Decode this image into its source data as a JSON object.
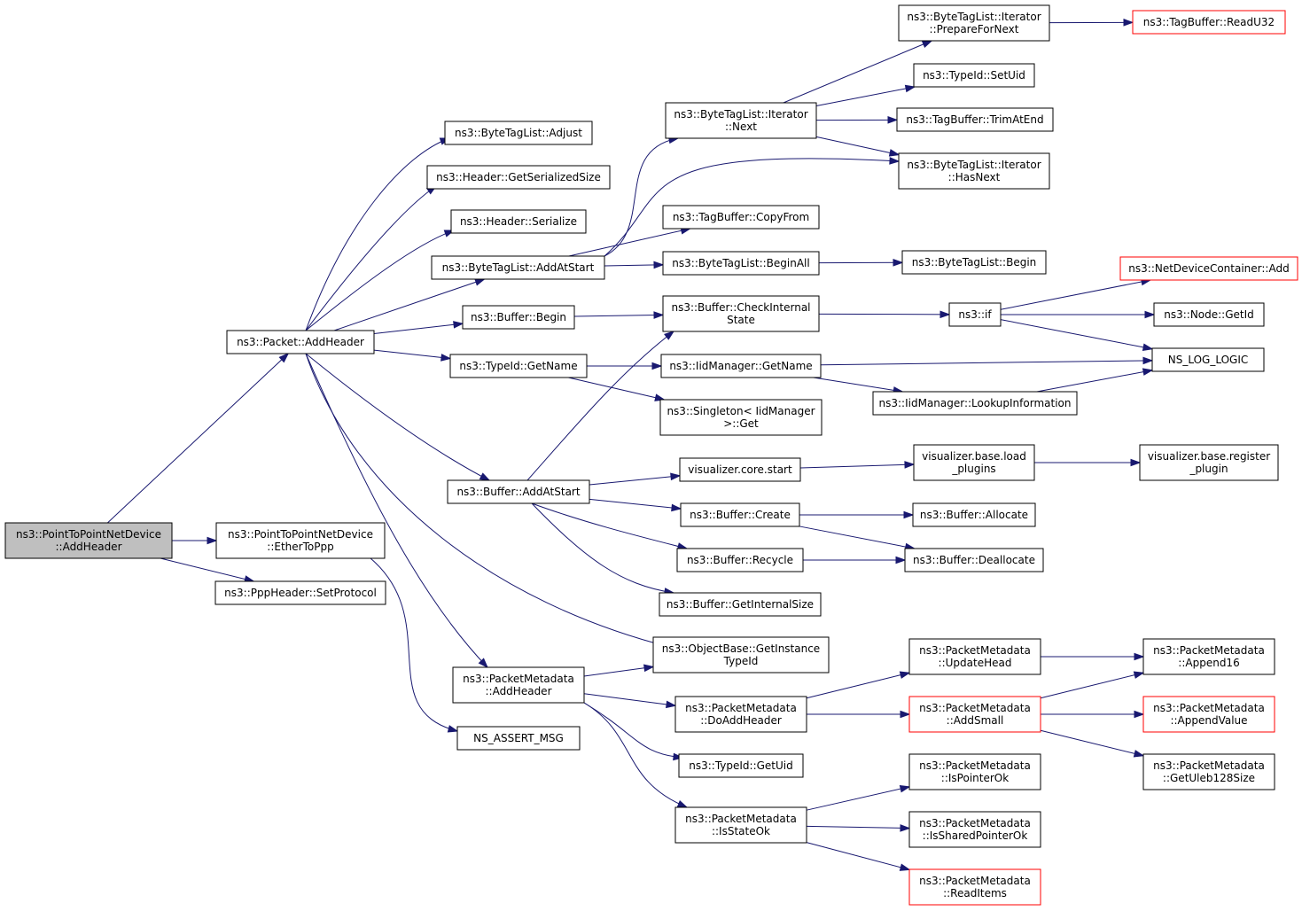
{
  "colors": {
    "edge": "#191970",
    "node_border": "#000000",
    "node_fill": "#ffffff",
    "root_fill": "#bfbfbf",
    "truncated_border": "#ff0000"
  },
  "nodes": {
    "root": {
      "lines": [
        "ns3::PointToPointNetDevice",
        "::AddHeader"
      ],
      "variant": "root"
    },
    "packet_addheader": {
      "lines": [
        "ns3::Packet::AddHeader"
      ],
      "variant": "normal"
    },
    "ethertoppp": {
      "lines": [
        "ns3::PointToPointNetDevice",
        "::EtherToPpp"
      ],
      "variant": "normal"
    },
    "ppp_setprotocol": {
      "lines": [
        "ns3::PppHeader::SetProtocol"
      ],
      "variant": "normal"
    },
    "btl_adjust": {
      "lines": [
        "ns3::ByteTagList::Adjust"
      ],
      "variant": "normal"
    },
    "hdr_getsersize": {
      "lines": [
        "ns3::Header::GetSerializedSize"
      ],
      "variant": "normal"
    },
    "hdr_serialize": {
      "lines": [
        "ns3::Header::Serialize"
      ],
      "variant": "normal"
    },
    "btl_addatstart": {
      "lines": [
        "ns3::ByteTagList::AddAtStart"
      ],
      "variant": "normal"
    },
    "buf_begin": {
      "lines": [
        "ns3::Buffer::Begin"
      ],
      "variant": "normal"
    },
    "typeid_getname": {
      "lines": [
        "ns3::TypeId::GetName"
      ],
      "variant": "normal"
    },
    "buf_addatstart": {
      "lines": [
        "ns3::Buffer::AddAtStart"
      ],
      "variant": "normal"
    },
    "pm_addheader": {
      "lines": [
        "ns3::PacketMetadata",
        "::AddHeader"
      ],
      "variant": "normal"
    },
    "ns_assert_msg": {
      "lines": [
        "NS_ASSERT_MSG"
      ],
      "variant": "normal"
    },
    "btl_iter_next": {
      "lines": [
        "ns3::ByteTagList::Iterator",
        "::Next"
      ],
      "variant": "normal"
    },
    "tb_copyfrom": {
      "lines": [
        "ns3::TagBuffer::CopyFrom"
      ],
      "variant": "normal"
    },
    "btl_beginall": {
      "lines": [
        "ns3::ByteTagList::BeginAll"
      ],
      "variant": "normal"
    },
    "buf_checkinternal": {
      "lines": [
        "ns3::Buffer::CheckInternal",
        "State"
      ],
      "variant": "normal"
    },
    "iid_getname": {
      "lines": [
        "ns3::IidManager::GetName"
      ],
      "variant": "normal"
    },
    "singleton_get": {
      "lines": [
        "ns3::Singleton< IidManager",
        ">::Get"
      ],
      "variant": "normal"
    },
    "vis_core_start": {
      "lines": [
        "visualizer.core.start"
      ],
      "variant": "normal"
    },
    "buf_create": {
      "lines": [
        "ns3::Buffer::Create"
      ],
      "variant": "normal"
    },
    "buf_recycle": {
      "lines": [
        "ns3::Buffer::Recycle"
      ],
      "variant": "normal"
    },
    "buf_getinternalsize": {
      "lines": [
        "ns3::Buffer::GetInternalSize"
      ],
      "variant": "normal"
    },
    "ob_getinstancetypeid": {
      "lines": [
        "ns3::ObjectBase::GetInstance",
        "TypeId"
      ],
      "variant": "normal"
    },
    "pm_doaddheader": {
      "lines": [
        "ns3::PacketMetadata",
        "::DoAddHeader"
      ],
      "variant": "normal"
    },
    "typeid_getuid": {
      "lines": [
        "ns3::TypeId::GetUid"
      ],
      "variant": "normal"
    },
    "pm_isstateok": {
      "lines": [
        "ns3::PacketMetadata",
        "::IsStateOk"
      ],
      "variant": "normal"
    },
    "btl_iter_prepare": {
      "lines": [
        "ns3::ByteTagList::Iterator",
        "::PrepareForNext"
      ],
      "variant": "normal"
    },
    "typeid_setuid": {
      "lines": [
        "ns3::TypeId::SetUid"
      ],
      "variant": "normal"
    },
    "tb_trimatend": {
      "lines": [
        "ns3::TagBuffer::TrimAtEnd"
      ],
      "variant": "normal"
    },
    "btl_iter_hasnext": {
      "lines": [
        "ns3::ByteTagList::Iterator",
        "::HasNext"
      ],
      "variant": "normal"
    },
    "btl_begin": {
      "lines": [
        "ns3::ByteTagList::Begin"
      ],
      "variant": "normal"
    },
    "ns3_if": {
      "lines": [
        "ns3::if"
      ],
      "variant": "normal"
    },
    "iid_lookupinfo": {
      "lines": [
        "ns3::IidManager::LookupInformation"
      ],
      "variant": "normal"
    },
    "vis_base_loadplugins": {
      "lines": [
        "visualizer.base.load",
        "_plugins"
      ],
      "variant": "normal"
    },
    "buf_allocate": {
      "lines": [
        "ns3::Buffer::Allocate"
      ],
      "variant": "normal"
    },
    "buf_deallocate": {
      "lines": [
        "ns3::Buffer::Deallocate"
      ],
      "variant": "normal"
    },
    "pm_updatehead": {
      "lines": [
        "ns3::PacketMetadata",
        "::UpdateHead"
      ],
      "variant": "normal"
    },
    "pm_addsmall": {
      "lines": [
        "ns3::PacketMetadata",
        "::AddSmall"
      ],
      "variant": "truncated"
    },
    "pm_ispointerok": {
      "lines": [
        "ns3::PacketMetadata",
        "::IsPointerOk"
      ],
      "variant": "normal"
    },
    "pm_issharedpointerok": {
      "lines": [
        "ns3::PacketMetadata",
        "::IsSharedPointerOk"
      ],
      "variant": "normal"
    },
    "pm_readitems": {
      "lines": [
        "ns3::PacketMetadata",
        "::ReadItems"
      ],
      "variant": "truncated"
    },
    "tb_readu32": {
      "lines": [
        "ns3::TagBuffer::ReadU32"
      ],
      "variant": "truncated"
    },
    "ndc_add": {
      "lines": [
        "ns3::NetDeviceContainer::Add"
      ],
      "variant": "truncated"
    },
    "node_getid": {
      "lines": [
        "ns3::Node::GetId"
      ],
      "variant": "normal"
    },
    "ns_log_logic": {
      "lines": [
        "NS_LOG_LOGIC"
      ],
      "variant": "normal"
    },
    "vis_base_registerplugin": {
      "lines": [
        "visualizer.base.register",
        "_plugin"
      ],
      "variant": "normal"
    },
    "pm_append16": {
      "lines": [
        "ns3::PacketMetadata",
        "::Append16"
      ],
      "variant": "normal"
    },
    "pm_appendvalue": {
      "lines": [
        "ns3::PacketMetadata",
        "::AppendValue"
      ],
      "variant": "truncated"
    },
    "pm_getuleb128size": {
      "lines": [
        "ns3::PacketMetadata",
        "::GetUleb128Size"
      ],
      "variant": "normal"
    }
  },
  "edges": [
    [
      "root",
      "packet_addheader"
    ],
    [
      "root",
      "ethertoppp"
    ],
    [
      "root",
      "ppp_setprotocol"
    ],
    [
      "ethertoppp",
      "ns_assert_msg"
    ],
    [
      "packet_addheader",
      "btl_adjust"
    ],
    [
      "packet_addheader",
      "hdr_getsersize"
    ],
    [
      "packet_addheader",
      "hdr_serialize"
    ],
    [
      "packet_addheader",
      "btl_addatstart"
    ],
    [
      "packet_addheader",
      "buf_begin"
    ],
    [
      "packet_addheader",
      "typeid_getname"
    ],
    [
      "packet_addheader",
      "buf_addatstart"
    ],
    [
      "packet_addheader",
      "pm_addheader"
    ],
    [
      "packet_addheader",
      "ob_getinstancetypeid"
    ],
    [
      "btl_addatstart",
      "btl_iter_next"
    ],
    [
      "btl_addatstart",
      "tb_copyfrom"
    ],
    [
      "btl_addatstart",
      "btl_beginall"
    ],
    [
      "btl_addatstart",
      "btl_iter_hasnext"
    ],
    [
      "btl_iter_next",
      "btl_iter_prepare"
    ],
    [
      "btl_iter_next",
      "typeid_setuid"
    ],
    [
      "btl_iter_next",
      "tb_trimatend"
    ],
    [
      "btl_iter_next",
      "btl_iter_hasnext"
    ],
    [
      "btl_iter_prepare",
      "tb_readu32"
    ],
    [
      "btl_beginall",
      "btl_begin"
    ],
    [
      "buf_begin",
      "buf_checkinternal"
    ],
    [
      "buf_checkinternal",
      "ns3_if"
    ],
    [
      "ns3_if",
      "ndc_add"
    ],
    [
      "ns3_if",
      "node_getid"
    ],
    [
      "ns3_if",
      "ns_log_logic"
    ],
    [
      "typeid_getname",
      "iid_getname"
    ],
    [
      "typeid_getname",
      "singleton_get"
    ],
    [
      "iid_getname",
      "ns_log_logic"
    ],
    [
      "iid_getname",
      "iid_lookupinfo"
    ],
    [
      "iid_lookupinfo",
      "ns_log_logic"
    ],
    [
      "buf_addatstart",
      "buf_checkinternal"
    ],
    [
      "buf_addatstart",
      "vis_core_start"
    ],
    [
      "buf_addatstart",
      "buf_create"
    ],
    [
      "buf_addatstart",
      "buf_recycle"
    ],
    [
      "buf_addatstart",
      "buf_getinternalsize"
    ],
    [
      "vis_core_start",
      "vis_base_loadplugins"
    ],
    [
      "vis_base_loadplugins",
      "vis_base_registerplugin"
    ],
    [
      "buf_create",
      "buf_allocate"
    ],
    [
      "buf_create",
      "buf_deallocate"
    ],
    [
      "buf_recycle",
      "buf_deallocate"
    ],
    [
      "pm_addheader",
      "ob_getinstancetypeid"
    ],
    [
      "pm_addheader",
      "pm_doaddheader"
    ],
    [
      "pm_addheader",
      "typeid_getuid"
    ],
    [
      "pm_addheader",
      "pm_isstateok"
    ],
    [
      "pm_doaddheader",
      "pm_updatehead"
    ],
    [
      "pm_doaddheader",
      "pm_addsmall"
    ],
    [
      "pm_updatehead",
      "pm_append16"
    ],
    [
      "pm_addsmall",
      "pm_append16"
    ],
    [
      "pm_addsmall",
      "pm_appendvalue"
    ],
    [
      "pm_addsmall",
      "pm_getuleb128size"
    ],
    [
      "pm_isstateok",
      "pm_ispointerok"
    ],
    [
      "pm_isstateok",
      "pm_issharedpointerok"
    ],
    [
      "pm_isstateok",
      "pm_readitems"
    ]
  ]
}
